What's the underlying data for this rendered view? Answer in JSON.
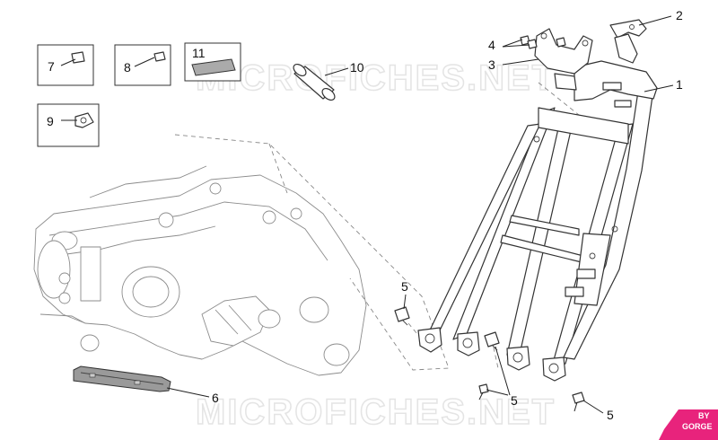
{
  "watermark": {
    "top": "MICROFICHES.NET",
    "bottom": "MICROFICHES.NET"
  },
  "callouts": {
    "c1": "1",
    "c2": "2",
    "c3": "3",
    "c4": "4",
    "c5a": "5",
    "c5b": "5",
    "c5c": "5",
    "c6": "6",
    "c7": "7",
    "c8": "8",
    "c9": "9",
    "c10": "10",
    "c11": "11"
  },
  "logo": {
    "line1": "BY",
    "line2": "GORGE",
    "color": "#e8237c"
  }
}
